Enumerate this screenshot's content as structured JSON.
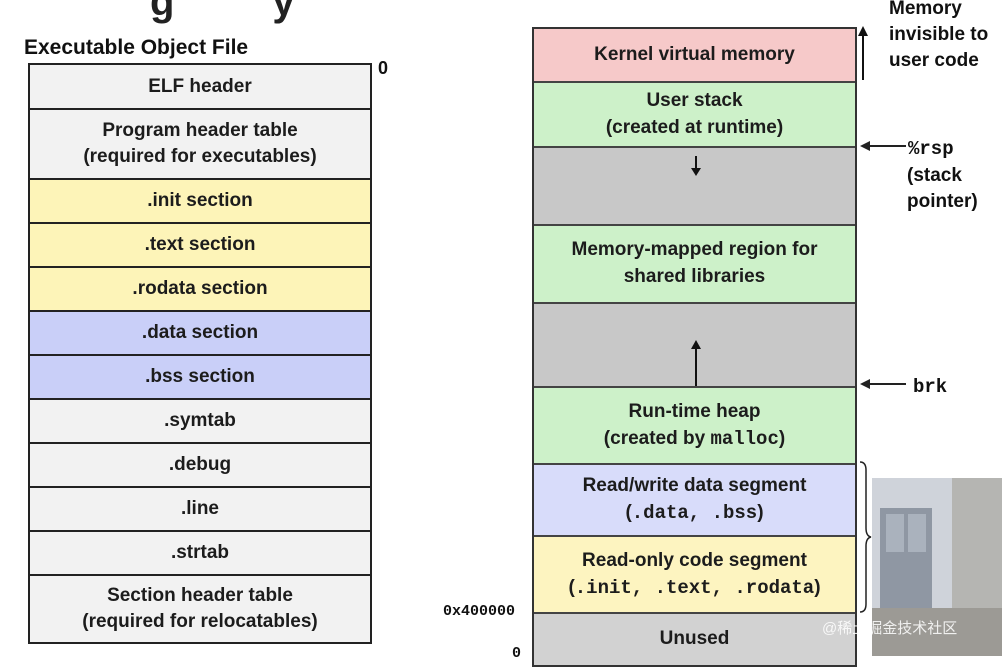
{
  "executable": {
    "title": "Executable Object File",
    "offset_zero": "0",
    "sections": [
      {
        "label": "ELF header",
        "color": "#f2f2f2"
      },
      {
        "label": "Program header table\n(required for executables)",
        "color": "#f2f2f2"
      },
      {
        "label": ".init section",
        "color": "#fdf4b8"
      },
      {
        "label": ".text section",
        "color": "#fdf4b8"
      },
      {
        "label": ".rodata section",
        "color": "#fdf4b8"
      },
      {
        "label": ".data section",
        "color": "#c9cff8"
      },
      {
        "label": ".bss section",
        "color": "#c9cff8"
      },
      {
        "label": ".symtab",
        "color": "#f2f2f2"
      },
      {
        "label": ".debug",
        "color": "#f2f2f2"
      },
      {
        "label": ".line",
        "color": "#f2f2f2"
      },
      {
        "label": ".strtab",
        "color": "#f2f2f2"
      },
      {
        "label": "Section header table\n(required for relocatables)",
        "color": "#f2f2f2"
      }
    ]
  },
  "memory": {
    "regions": {
      "kernel": {
        "label": "Kernel virtual memory",
        "color": "#f6c9c9"
      },
      "stack": {
        "label": "User stack\n(created at runtime)",
        "color": "#cdf1c9"
      },
      "gap1": {
        "color": "#c8c8c8"
      },
      "mmap": {
        "label": "Memory-mapped region for\nshared libraries",
        "color": "#cdf1c9"
      },
      "gap2": {
        "color": "#c8c8c8"
      },
      "heap": {
        "label_prefix": "Run-time heap\n(created by ",
        "label_code": "malloc",
        "label_suffix": ")",
        "color": "#cdf1c9"
      },
      "data": {
        "label_prefix": "Read/write data segment\n(",
        "label_code": ".data, .bss",
        "label_suffix": ")",
        "color": "#d8dcfa"
      },
      "code": {
        "label_prefix": "Read-only code segment\n(",
        "label_code": ".init, .text, .rodata",
        "label_suffix": ")",
        "color": "#fdf4c0"
      },
      "unused": {
        "label": "Unused",
        "color": "#d2d2d2"
      }
    },
    "note_kernel": "Memory\ninvisible to\nuser code",
    "rsp_code": "%rsp",
    "rsp_note": "(stack\npointer)",
    "brk": "brk",
    "address_400000": "0x400000",
    "address_zero": "0"
  },
  "watermark": "@稀土掘金技术社区"
}
